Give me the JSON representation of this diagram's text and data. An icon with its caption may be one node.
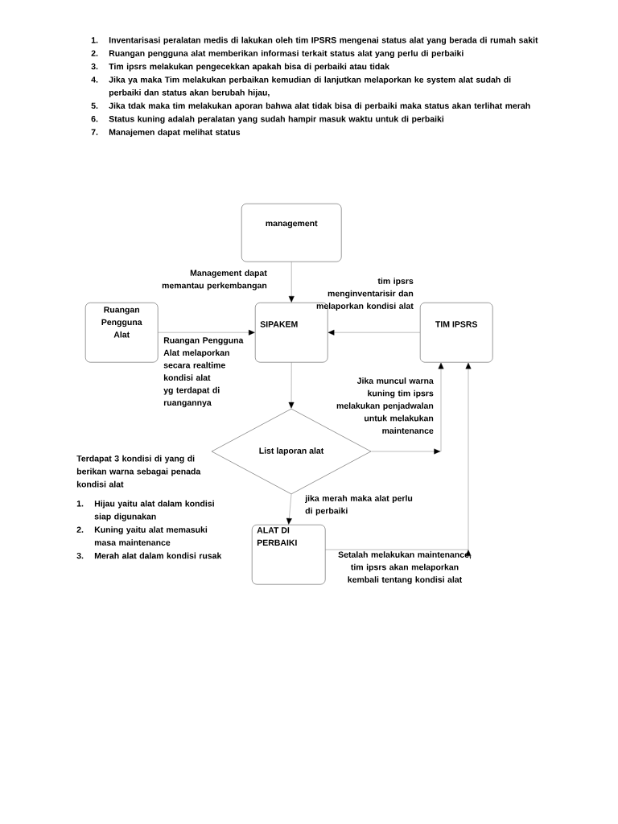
{
  "diagram": {
    "nodes": [
      {
        "text": [
          "management"
        ]
      },
      {
        "text": [
          "Ruangan Pengguna Alat"
        ]
      },
      {
        "text": [
          "SIPAKEM"
        ]
      },
      {
        "text": [
          "TIM IPSRS"
        ]
      },
      {
        "text": [
          "List laporan alat"
        ]
      },
      {
        "text": [
          "ALAT DI PERBAIKI"
        ]
      }
    ],
    "edges": [
      {
        "from": 0,
        "to": 2,
        "arrow": "to",
        "label": "Management dapat memantau perkembangan"
      },
      {
        "from": 1,
        "to": 2,
        "arrow": "to",
        "label": "Ruangan Pengguna Alat melaporkan secara realtime kondisi alat yg terdapat di ruangannya"
      },
      {
        "from": 3,
        "to": 2,
        "arrow": "to",
        "label": "tim ipsrs menginventarisir dan melaporkan kondisi alat"
      },
      {
        "from": 2,
        "to": 4,
        "arrow": "to"
      },
      {
        "from": 4,
        "to": 3,
        "arrow": "to",
        "label": "Jika muncul warna kuning tim ipsrs melakukan penjadwalan untuk melakukan maintenance"
      },
      {
        "from": 4,
        "to": 5,
        "arrow": "to",
        "label": "jika merah maka alat perlu di perbaiki"
      },
      {
        "from": 5,
        "to": 3,
        "arrow": "to",
        "label": "Setalah melakukan maintenance, tim ipsrs akan melaporkan kembali tentang kondisi alat"
      }
    ],
    "labels": [
      "1.",
      "Inventarisasi peralatan medis di lakukan oleh tim IPSRS mengenai status alat yang berada di rumah sakit",
      "2.",
      "Ruangan pengguna alat memberikan informasi terkait status alat yang perlu di perbaiki",
      "3.",
      "Tim ipsrs melakukan pengecekkan apakah bisa di perbaiki atau tidak",
      "4.",
      "Jika ya maka Tim melakukan perbaikan kemudian di lanjutkan melaporkan ke system alat sudah di perbaiki dan status akan berubah hijau,",
      "5.",
      "Jika tdak maka tim melakukan aporan bahwa alat tidak bisa di perbaiki maka status akan terlihat merah",
      "6.",
      "Status kuning adalah peralatan yang sudah hampir masuk waktu untuk di perbaiki",
      "7.",
      "Manajemen dapat melihat status",
      "Terdapat 3 kondisi di yang di berikan warna sebagai penada kondisi alat",
      "1.",
      "Hijau yaitu alat dalam kondisi siap digunakan",
      "2.",
      "Kuning yaitu alat memasuki masa maintenance",
      "3.",
      "Merah alat dalam kondisi rusak"
    ]
  }
}
